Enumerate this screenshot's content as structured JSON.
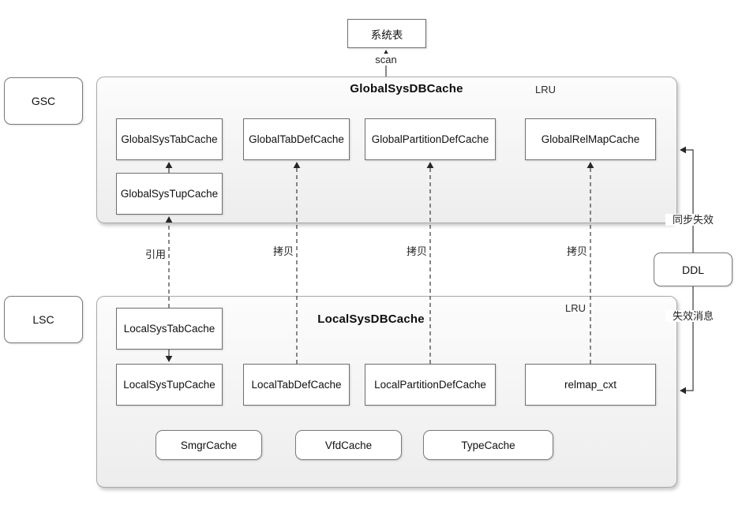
{
  "top": {
    "system_table": "系统表",
    "scan": "scan"
  },
  "side": {
    "gsc": "GSC",
    "lsc": "LSC",
    "ddl": "DDL"
  },
  "global_cache": {
    "title": "GlobalSysDBCache",
    "lru": "LRU",
    "sys_tab": "GlobalSysTabCache",
    "sys_tup": "GlobalSysTupCache",
    "tab_def": "GlobalTabDefCache",
    "partition_def": "GlobalPartitionDefCache",
    "rel_map": "GlobalRelMapCache"
  },
  "local_cache": {
    "title": "LocalSysDBCache",
    "lru": "LRU",
    "sys_tab": "LocalSysTabCache",
    "sys_tup": "LocalSysTupCache",
    "tab_def": "LocalTabDefCache",
    "partition_def": "LocalPartitionDefCache",
    "rel_map": "relmap_cxt",
    "smgr": "SmgrCache",
    "vfd": "VfdCache",
    "type": "TypeCache"
  },
  "edges": {
    "refer": "引用",
    "copy_tab": "拷贝",
    "copy_partition": "拷贝",
    "copy_relmap": "拷贝",
    "sync_invalidate": "同步失效",
    "invalidate_message": "失效消息"
  },
  "colors": {
    "line": "#3a3a3a",
    "box_border": "#6f6f6f",
    "container_border": "#a9a9a9",
    "container_fill_top": "#fcfcfc",
    "container_fill_bottom": "#ededed"
  }
}
